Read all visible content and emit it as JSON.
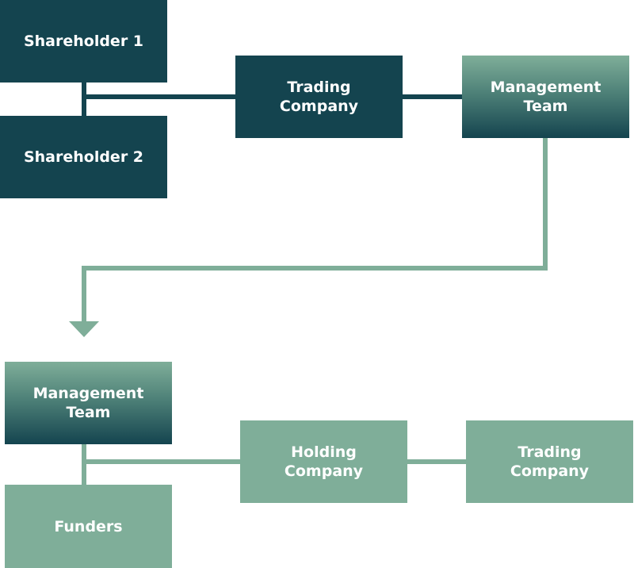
{
  "nodes": {
    "shareholder1": [
      "Shareholder 1"
    ],
    "shareholder2": [
      "Shareholder 2"
    ],
    "trading_company_top": [
      "Trading",
      "Company"
    ],
    "management_team_top": [
      "Management",
      "Team"
    ],
    "management_team_bottom": [
      "Management",
      "Team"
    ],
    "funders": [
      "Funders"
    ],
    "holding_company": [
      "Holding",
      "Company"
    ],
    "trading_company_bottom": [
      "Trading",
      "Company"
    ]
  },
  "colors": {
    "dark": "#14444f",
    "light": "#7fae99"
  }
}
